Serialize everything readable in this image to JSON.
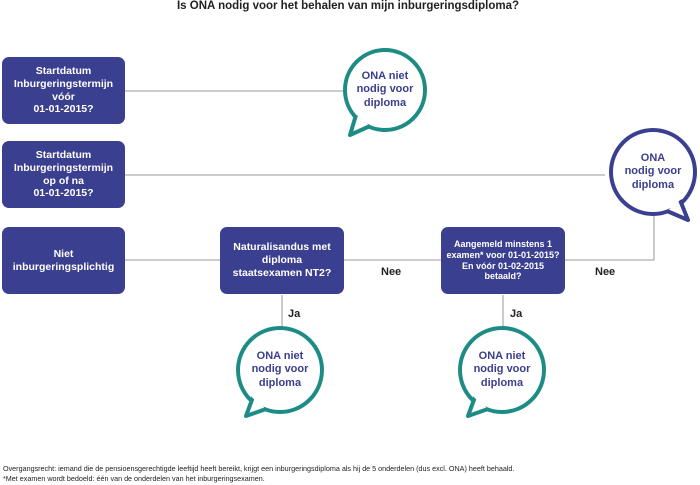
{
  "title": "Is ONA nodig voor het behalen van mijn inburgeringsdiploma?",
  "boxes": {
    "start_before": "Startdatum\nInburgeringstermijn\nvóór\n01-01-2015?",
    "start_after": "Startdatum\nInburgeringstermijn\nop of na\n01-01-2015?",
    "not_obliged": "Niet\ninburgeringsplichtig",
    "naturalisandus": "Naturalisandus met\ndiploma\nstaatsexamen NT2?",
    "registered": "Aangemeld minstens 1\nexamen* voor 01-01-2015?\nEn vóór 01-02-2015\nbetaald?"
  },
  "bubbles": {
    "top_teal": "ONA niet\nnodig voor\ndiploma",
    "right_navy": "ONA\nnodig voor\ndiploma",
    "bottom_left_teal": "ONA niet\nnodig voor\ndiploma",
    "bottom_right_teal": "ONA niet\nnodig voor\ndiploma"
  },
  "labels": {
    "nee_1": "Nee",
    "nee_2": "Nee",
    "ja_1": "Ja",
    "ja_2": "Ja"
  },
  "footnotes": {
    "line1": "Overgangsrecht: iemand die de pensioensgerechtigde leeftijd heeft bereikt, krijgt een inburgeringsdiploma als hij de 5 onderdelen (dus excl. ONA) heeft behaald.",
    "line2": "*Met examen wordt bedoeld: één van de onderdelen van het inburgeringsexamen."
  },
  "colors": {
    "box": "#3b3f8f",
    "teal": "#1d8c84",
    "navy": "#3b3f8f",
    "line": "#9a9a9a"
  }
}
